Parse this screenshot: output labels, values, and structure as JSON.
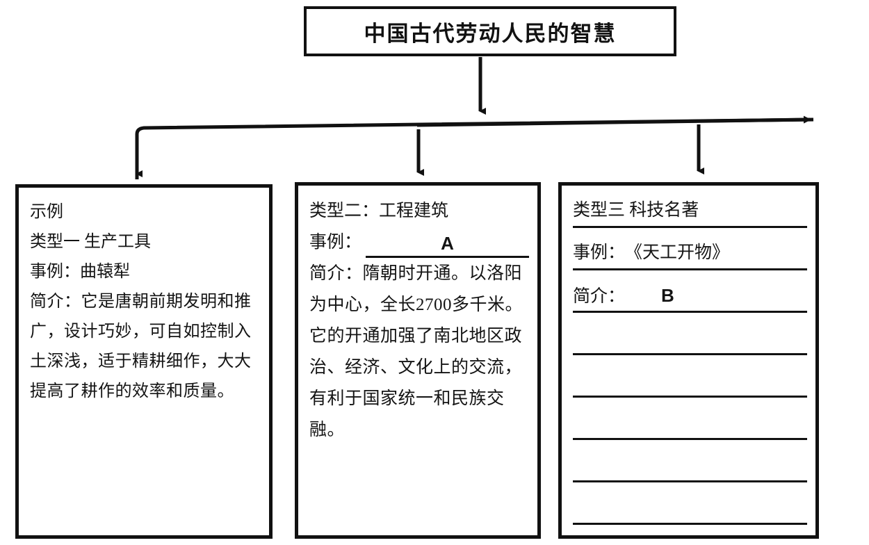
{
  "title": {
    "text": "中国古代劳动人民的智慧"
  },
  "diagram": {
    "type": "tree-flowchart",
    "root_label": "中国古代劳动人民的智慧",
    "branch_count": 3,
    "line_color": "#111111"
  },
  "cards": [
    {
      "id": "card-1",
      "tag": "示例",
      "category": "类型一  生产工具",
      "case_label": "事例：",
      "case_value": "曲辕犁",
      "intro_label": "简介：",
      "intro_text": "它是唐朝前期发明和推广，设计巧妙，可自如控制入土深浅，适于精耕细作，大大提高了耕作的效率和质量。"
    },
    {
      "id": "card-2",
      "category": "类型二：工程建筑",
      "case_label": "事例：",
      "case_value": "A",
      "intro_label": "简介：",
      "intro_text": "隋朝时开通。以洛阳为中心，全长2700多千米。它的开通加强了南北地区政治、经济、文化上的交流，有利于国家统一和民族交融。"
    },
    {
      "id": "card-3",
      "category": "类型三  科技名著",
      "case_label": "事例：",
      "case_value": "《天工开物》",
      "intro_label": "简介：",
      "intro_value": "B",
      "blank_line_count": 5
    }
  ]
}
